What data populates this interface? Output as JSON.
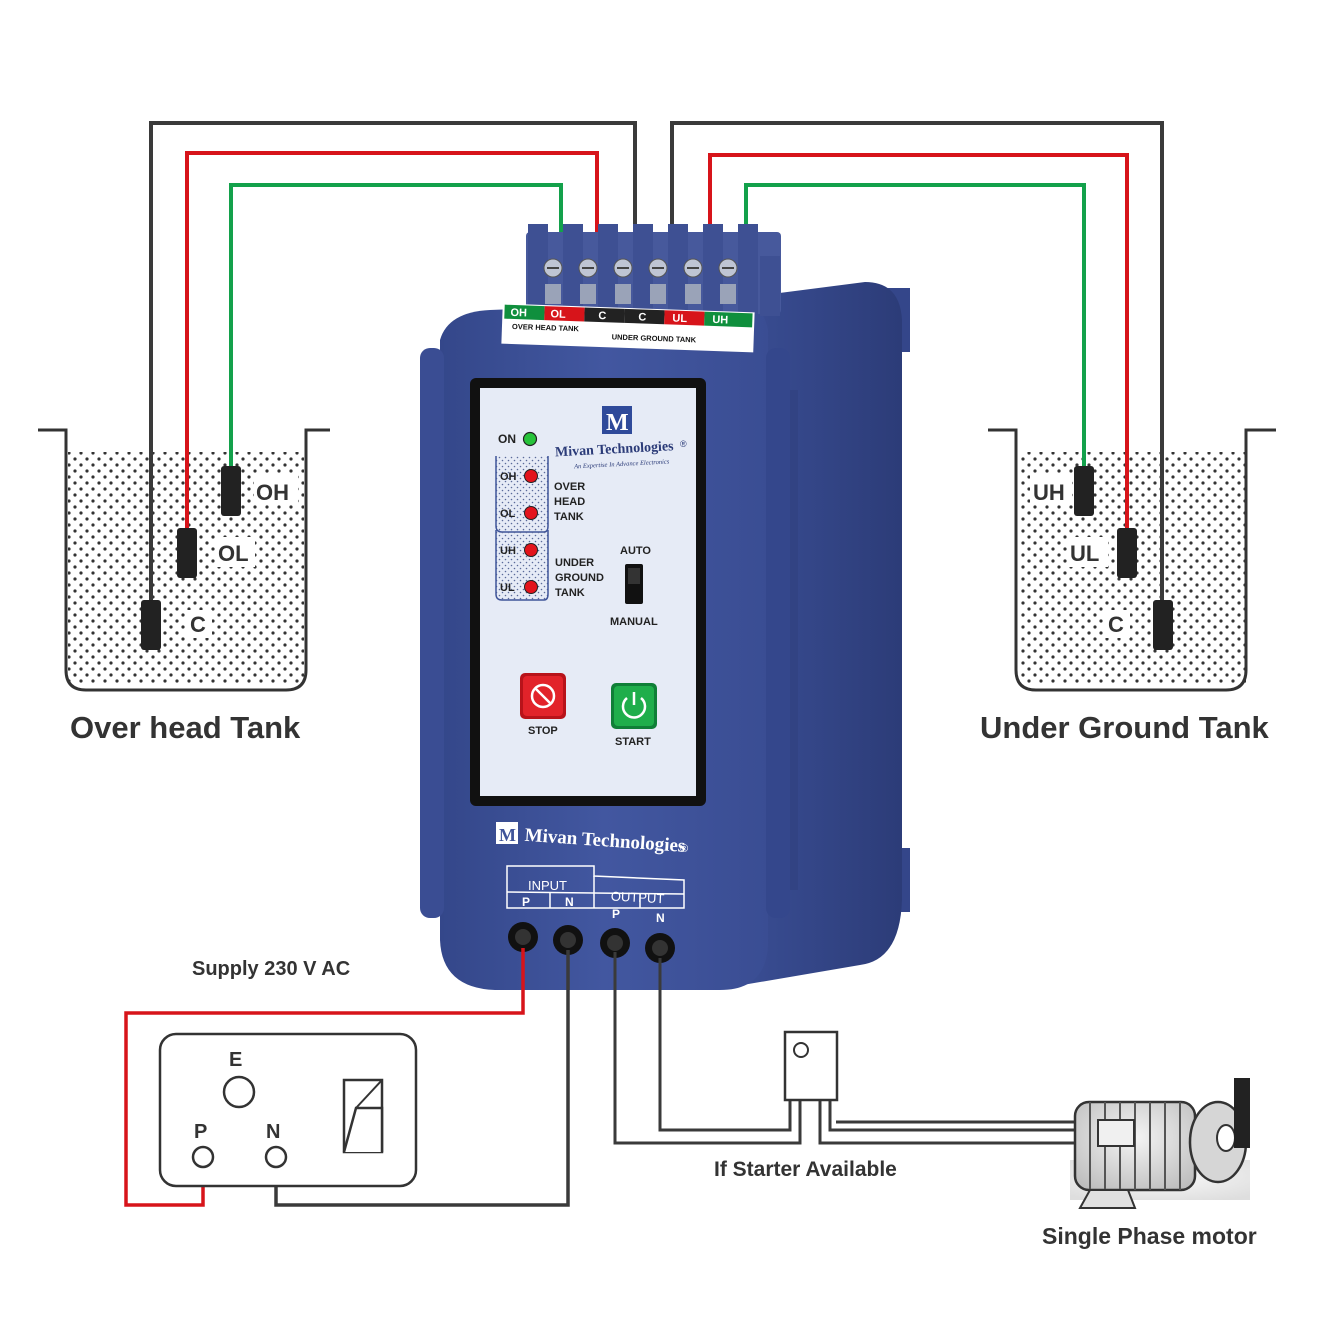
{
  "tanks": {
    "overhead": {
      "caption": "Over head Tank",
      "probes": {
        "high": "OH",
        "low": "OL",
        "common": "C"
      }
    },
    "underground": {
      "caption": "Under Ground Tank",
      "probes": {
        "high": "UH",
        "low": "UL",
        "common": "C"
      }
    }
  },
  "device": {
    "terminal_labels": [
      "OH",
      "OL",
      "C",
      "C",
      "UL",
      "UH"
    ],
    "terminal_caption_left": "OVER HEAD TANK",
    "terminal_caption_right": "UNDER GROUND TANK",
    "brand": "Mivan Technologies",
    "registered": "®",
    "tagline": "An Expertise In Advance Electronics",
    "logo_letter": "M",
    "panel": {
      "on_label": "ON",
      "overhead_leds": [
        "OH",
        "OL"
      ],
      "overhead_caption": [
        "OVER",
        "HEAD",
        "TANK"
      ],
      "underground_leds": [
        "UH",
        "UL"
      ],
      "underground_caption": [
        "UNDER",
        "GROUND",
        "TANK"
      ],
      "switch_top_label": "AUTO",
      "switch_bottom_label": "MANUAL",
      "stop_label": "STOP",
      "start_label": "START"
    },
    "input_label": "INPUT",
    "output_label": "OUTPUT",
    "pin_labels": [
      "P",
      "N",
      "P",
      "N"
    ]
  },
  "supply_label": "Supply 230 V AC",
  "socket": {
    "earth": "E",
    "phase": "P",
    "neutral": "N"
  },
  "starter_label": "If Starter Available",
  "motor_label": "Single Phase motor",
  "colors": {
    "wire_black": "#3a3a3a",
    "wire_red": "#d7141a",
    "wire_green": "#13a14b",
    "device_blue": "#3f5499",
    "device_dark": "#2e3f7a",
    "panel_face": "#e6ebf6",
    "led_red": "#e3141c",
    "led_green": "#27c33a"
  }
}
